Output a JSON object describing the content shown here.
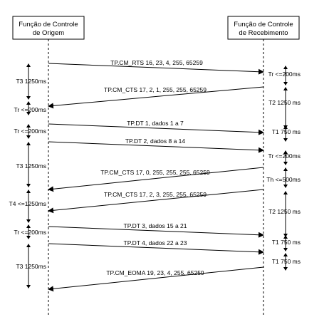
{
  "participants": {
    "left": [
      "Função de Controle",
      "de Origem"
    ],
    "right": [
      "Função de Controle",
      "de Recebimento"
    ]
  },
  "messages": [
    {
      "label": "TP.CM_RTS 16, 23, 4, 255, 65259",
      "dir": "ltr"
    },
    {
      "label": "TP.CM_CTS 17, 2, 1, 255, 255, 65259",
      "dir": "rtl"
    },
    {
      "label": "TP.DT 1, dados 1 a 7",
      "dir": "ltr"
    },
    {
      "label": "TP.DT 2, dados 8 a 14",
      "dir": "ltr"
    },
    {
      "label": "TP.CM_CTS 17, 0, 255, 255, 255, 65259",
      "dir": "rtl"
    },
    {
      "label": "TP.CM_CTS 17, 2, 3, 255, 255, 65259",
      "dir": "rtl"
    },
    {
      "label": "TP.DT 3, dados 15 a 21",
      "dir": "ltr"
    },
    {
      "label": "TP.DT 4, dados 22 a 23",
      "dir": "ltr"
    },
    {
      "label": "TP.CM_EOMA 19, 23, 4, 255, 65259",
      "dir": "rtl"
    }
  ],
  "left_timers": [
    {
      "label": "T3 1250ms"
    },
    {
      "label": "Tr <=200ms"
    },
    {
      "label": "Tr <=200ms"
    },
    {
      "label": "T3 1250ms"
    },
    {
      "label": "T4 <=1250ms"
    },
    {
      "label": "Tr <=200ms"
    },
    {
      "label": "T3 1250ms"
    }
  ],
  "right_timers": [
    {
      "label": "Tr <=200ms"
    },
    {
      "label": "T2 1250 ms"
    },
    {
      "label": "T1 750 ms"
    },
    {
      "label": "Tr <=200ms"
    },
    {
      "label": "Th <=500ms"
    },
    {
      "label": "T2 1250 ms"
    },
    {
      "label": "T1 750 ms"
    },
    {
      "label": "T1 750 ms"
    }
  ]
}
